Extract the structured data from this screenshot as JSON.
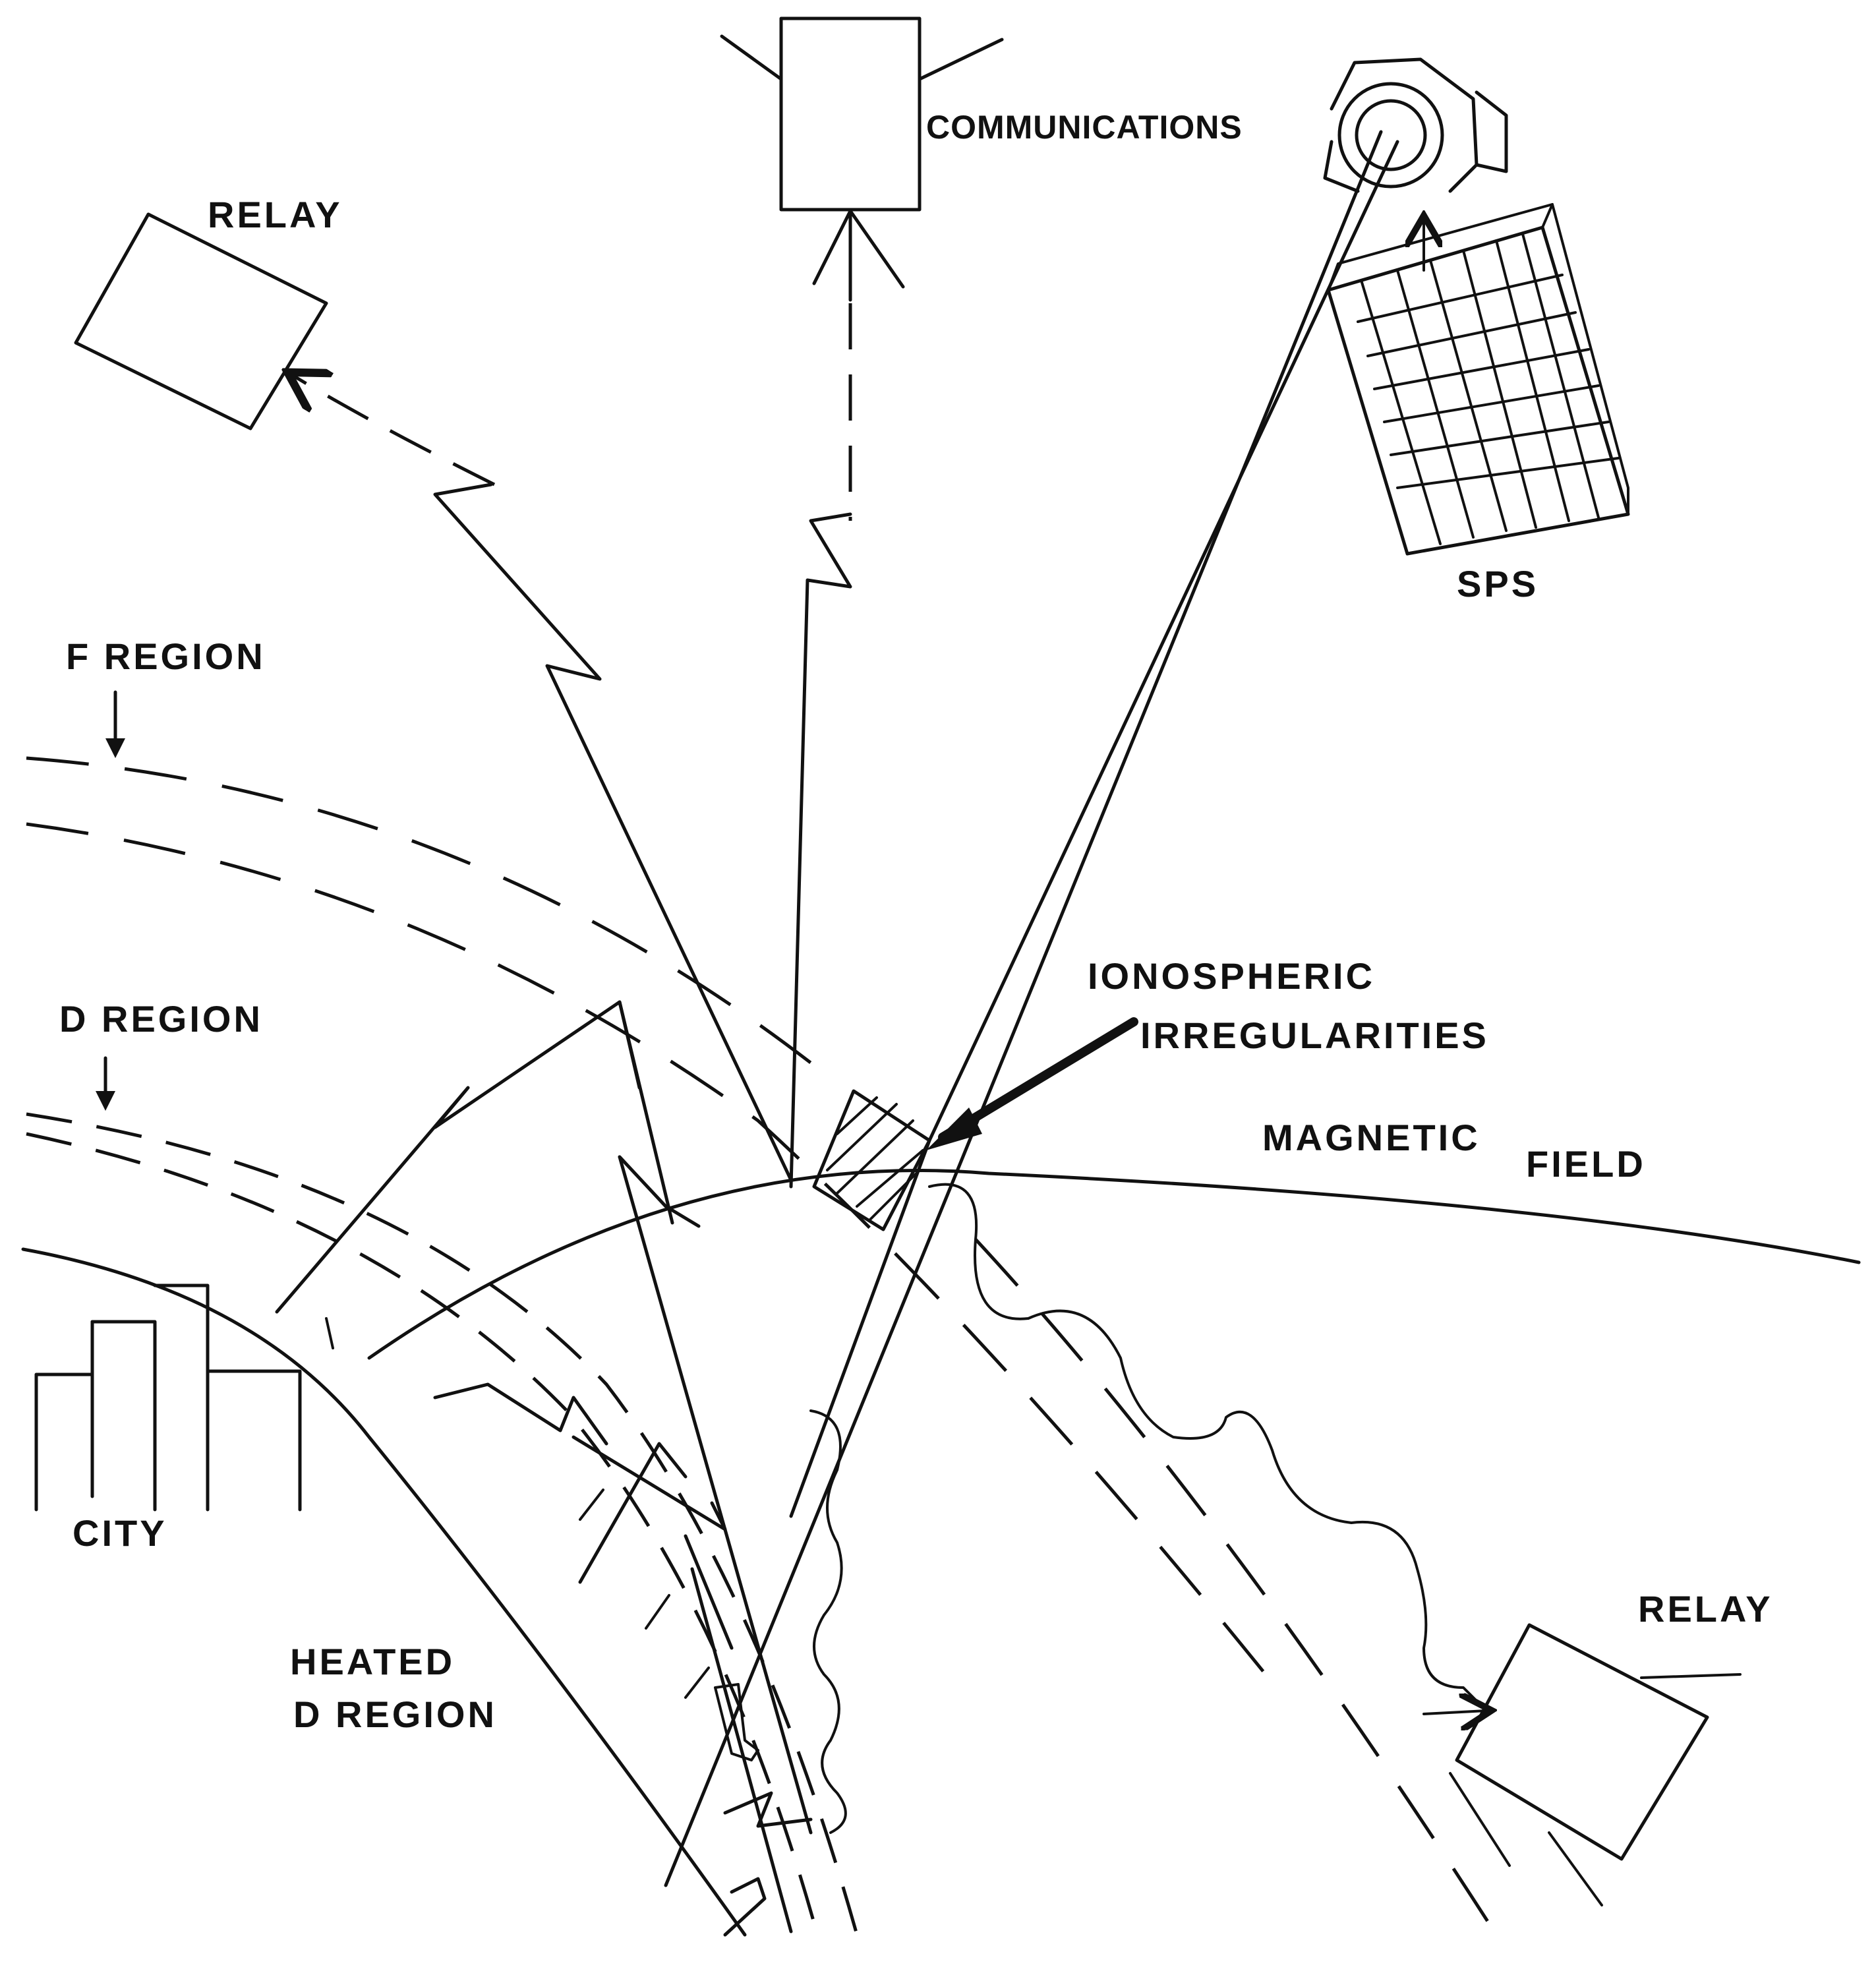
{
  "labels": {
    "relay_top": "RELAY",
    "communications": "COMMUNICATIONS",
    "sps": "SPS",
    "f_region": "F REGION",
    "d_region": "D REGION",
    "ionospheric": "IONOSPHERIC",
    "irregularities": "IRREGULARITIES",
    "magnetic": "MAGNETIC",
    "field": "FIELD",
    "city": "CITY",
    "heated_line1": "HEATED",
    "heated_line2": "D REGION",
    "relay_bottom": "RELAY"
  }
}
